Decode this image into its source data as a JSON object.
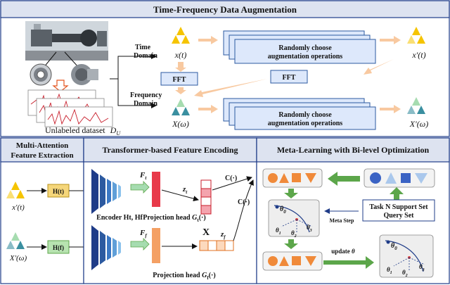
{
  "top_panel": {
    "title": "Time-Frequency Data Augmentation",
    "dataset_label": "Unlabeled dataset",
    "dataset_symbol": "D",
    "dataset_subscript": "U",
    "time_domain": [
      "Time",
      "Domain"
    ],
    "frequency_domain": [
      "Frequency",
      "Domain"
    ],
    "x_t": "x(t)",
    "x_prime_t": "x′(t)",
    "x_omega": "X(ω)",
    "x_prime_omega": "X′(ω)",
    "fft_left": "FFT",
    "fft_right": "FFT",
    "augment_top": [
      "Randomly choose",
      "augmentation operations"
    ],
    "augment_bottom": [
      "Randomly  choose",
      "augmentation  operations"
    ]
  },
  "left_panel": {
    "title": [
      "Multi-Attention",
      "Feature Extraction"
    ],
    "x_prime_t": "x′(t)",
    "x_prime_omega": "X′(ω)",
    "h_t": "H(t)",
    "h_f": "H(f)"
  },
  "middle_panel": {
    "title": "Transformer-based Feature Encoding",
    "f_t": "F",
    "f_t_sub": "t",
    "f_f": "F",
    "f_f_sub": "f",
    "z_t": "z",
    "z_t_sub": "t",
    "z_f": "z",
    "z_f_sub": "f",
    "c_upper": "C(·)",
    "c_lower": "C(·)",
    "multiply": "X",
    "encoder_label": "Encoder Ht, Hf",
    "projection_top": "Projection head",
    "projection_top_fn": "G",
    "projection_top_sub": "t",
    "projection_top_arg": "(·)",
    "projection_bottom": "Projection head",
    "projection_bottom_fn": "G",
    "projection_bottom_sub": "f",
    "projection_bottom_arg": "(·)"
  },
  "right_panel": {
    "title": "Meta-Learning with Bi-level Optimization",
    "meta_step": "Meta Step",
    "task_lines": [
      "Task N  Support Set",
      "Query Set"
    ],
    "update": "update",
    "theta": "θ",
    "theta0": "θ",
    "theta0_sub": "0",
    "theta1": "θ",
    "theta1_sub": "1",
    "theta2": "θ",
    "theta2_sub": "2",
    "theta3": "θ",
    "theta3_sub": "3"
  },
  "colors": {
    "panel_fill": "#eef1f8",
    "panel_border": "#1f3c88",
    "title_bg": "#dde3f0",
    "yellow": "#f5c400",
    "light_green": "#a6dcb0",
    "teal": "#3a8fa0",
    "blue_box": "#dde8fb",
    "blue_border": "#2c5aa0",
    "peach_arrow": "#f8c9a0",
    "green_arrow": "#5ca64a",
    "orange": "#f08a3a",
    "pink": "#e96a8d",
    "shape_blue": "#3b63c4",
    "shape_light": "#aac8ec"
  }
}
